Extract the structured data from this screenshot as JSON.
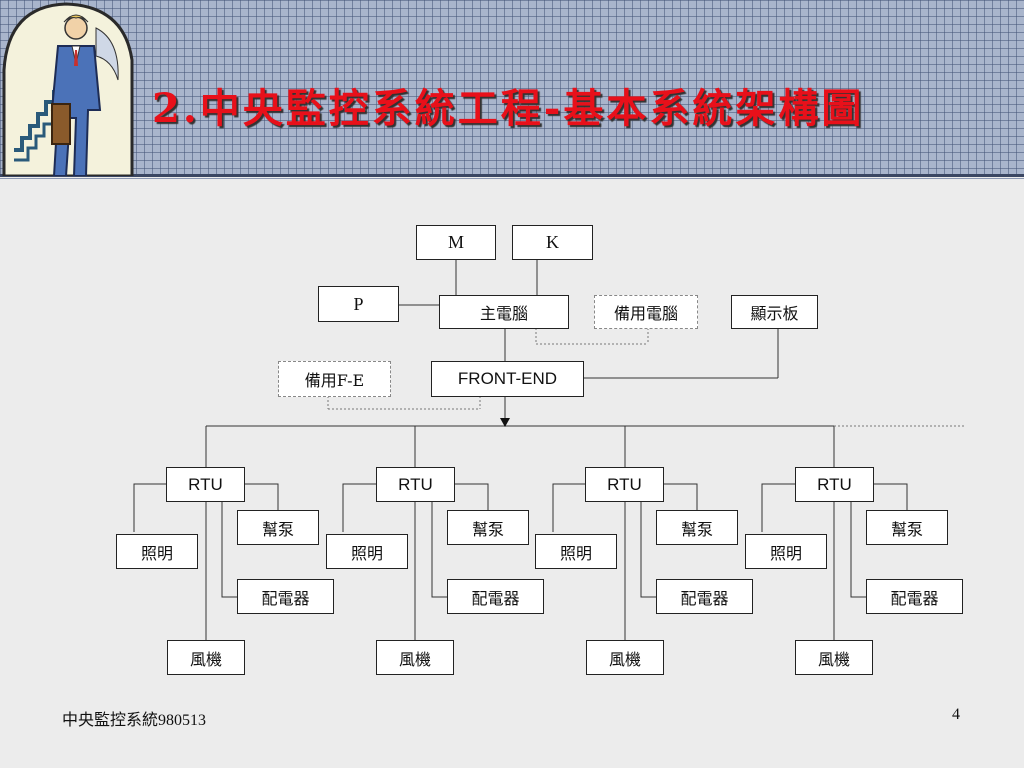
{
  "slide": {
    "title": "2.中央監控系統工程-基本系統架構圖",
    "footer": "中央監控系統980513",
    "page_number": "4"
  },
  "clipart": {
    "icon": "businessman-climbing-stairs-icon"
  },
  "diagram": {
    "top_nodes": {
      "m": "M",
      "k": "K",
      "p": "P"
    },
    "main_computer": "主電腦",
    "backup_computer": "備用電腦",
    "display_board": "顯示板",
    "front_end": "FRONT-END",
    "backup_fe": "備用F-E",
    "rtu_units": [
      {
        "rtu": "RTU",
        "pump": "幫泵",
        "lighting": "照明",
        "distributor": "配電器",
        "fan": "風機"
      },
      {
        "rtu": "RTU",
        "pump": "幫泵",
        "lighting": "照明",
        "distributor": "配電器",
        "fan": "風機"
      },
      {
        "rtu": "RTU",
        "pump": "幫泵",
        "lighting": "照明",
        "distributor": "配電器",
        "fan": "風機"
      },
      {
        "rtu": "RTU",
        "pump": "幫泵",
        "lighting": "照明",
        "distributor": "配電器",
        "fan": "風機"
      }
    ]
  }
}
